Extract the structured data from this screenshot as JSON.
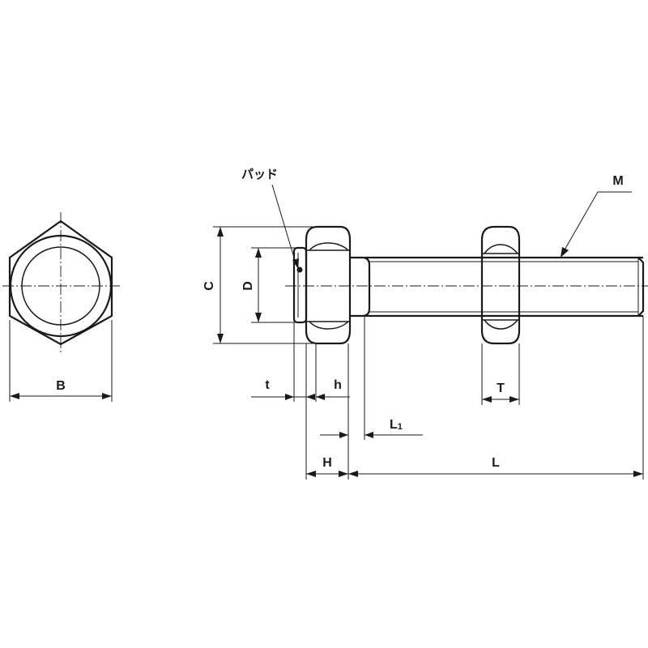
{
  "labels": {
    "B": "B",
    "C": "C",
    "D": "D",
    "t": "t",
    "h": "h",
    "T": "T",
    "M": "M",
    "L1_main": "L",
    "L1_sub": "1",
    "H": "H",
    "L": "L",
    "pad": "パッド"
  }
}
